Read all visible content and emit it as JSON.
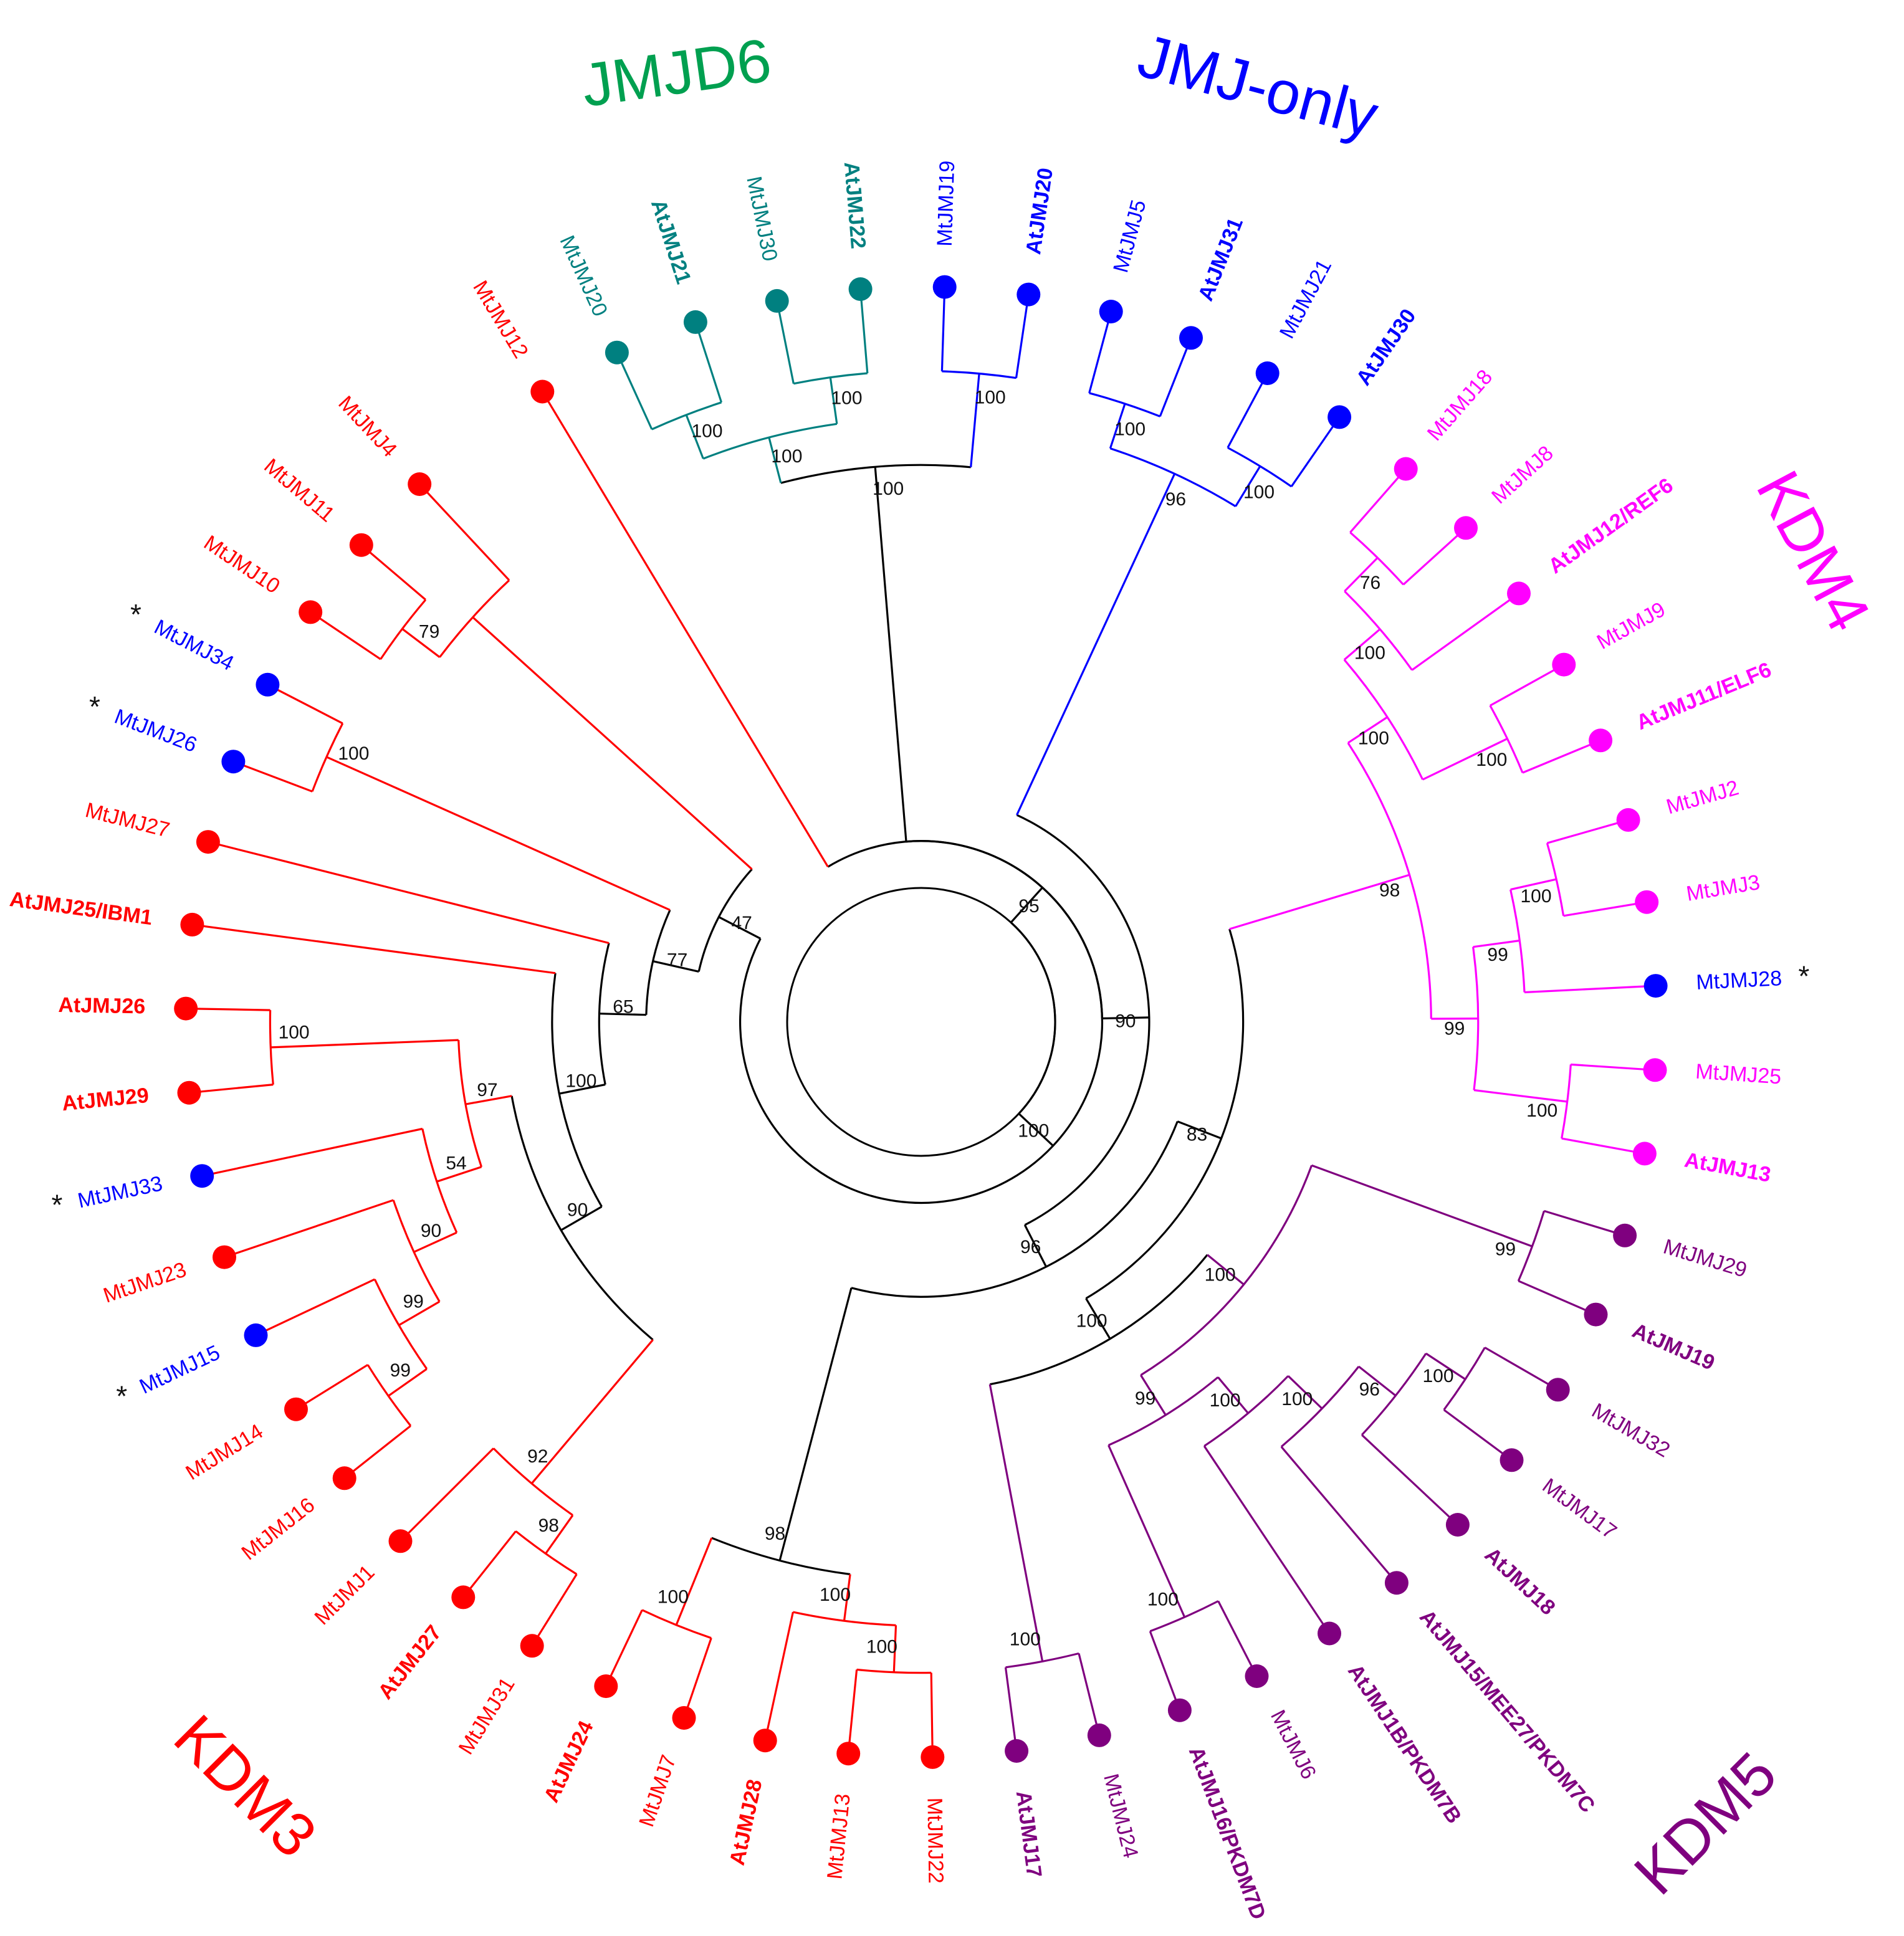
{
  "colors": {
    "KDM3": "#ff0000",
    "JMJD6": "#008080",
    "JMJ-only": "#0000ff",
    "KDM4": "#ff00ff",
    "KDM5": "#7f007f",
    "backbone": "#000000",
    "title_JMJD6": "#00a050"
  },
  "clade_titles": [
    {
      "text": "JMJD6",
      "color_key": "title_JMJD6"
    },
    {
      "text": "JMJ-only",
      "color_key": "JMJ-only"
    },
    {
      "text": "KDM4",
      "color_key": "KDM4"
    },
    {
      "text": "KDM5",
      "color_key": "KDM5"
    },
    {
      "text": "KDM3",
      "color_key": "KDM3"
    }
  ],
  "leaves": [
    {
      "id": "L0",
      "name": "MtJMJ12",
      "color": "KDM3",
      "bold": false
    },
    {
      "id": "L1",
      "name": "MtJMJ20",
      "color": "JMJD6",
      "bold": false
    },
    {
      "id": "L2",
      "name": "AtJMJ21",
      "color": "JMJD6",
      "bold": true
    },
    {
      "id": "L3",
      "name": "MtJMJ30",
      "color": "JMJD6",
      "bold": false
    },
    {
      "id": "L4",
      "name": "AtJMJ22",
      "color": "JMJD6",
      "bold": true
    },
    {
      "id": "L5",
      "name": "MtJMJ19",
      "color": "JMJ-only",
      "bold": false
    },
    {
      "id": "L6",
      "name": "AtJMJ20",
      "color": "JMJ-only",
      "bold": true
    },
    {
      "id": "L7",
      "name": "MtJMJ5",
      "color": "JMJ-only",
      "bold": false
    },
    {
      "id": "L8",
      "name": "AtJMJ31",
      "color": "JMJ-only",
      "bold": true
    },
    {
      "id": "L9",
      "name": "MtJMJ21",
      "color": "JMJ-only",
      "bold": false
    },
    {
      "id": "L10",
      "name": "AtJMJ30",
      "color": "JMJ-only",
      "bold": true
    },
    {
      "id": "L11",
      "name": "MtJMJ18",
      "color": "KDM4",
      "bold": false
    },
    {
      "id": "L12",
      "name": "MtJMJ8",
      "color": "KDM4",
      "bold": false
    },
    {
      "id": "L13",
      "name": "AtJMJ12/REF6",
      "color": "KDM4",
      "bold": true
    },
    {
      "id": "L14",
      "name": "MtJMJ9",
      "color": "KDM4",
      "bold": false
    },
    {
      "id": "L15",
      "name": "AtJMJ11/ELF6",
      "color": "KDM4",
      "bold": true
    },
    {
      "id": "L16",
      "name": "MtJMJ2",
      "color": "KDM4",
      "bold": false
    },
    {
      "id": "L17",
      "name": "MtJMJ3",
      "color": "KDM4",
      "bold": false
    },
    {
      "id": "L18",
      "name": "MtJMJ28",
      "color": "JMJ-only",
      "bold": false,
      "star": "*"
    },
    {
      "id": "L19",
      "name": "MtJMJ25",
      "color": "KDM4",
      "bold": false
    },
    {
      "id": "L20",
      "name": "AtJMJ13",
      "color": "KDM4",
      "bold": true
    },
    {
      "id": "L21",
      "name": "MtJMJ29",
      "color": "KDM5",
      "bold": false
    },
    {
      "id": "L22",
      "name": "AtJMJ19",
      "color": "KDM5",
      "bold": true
    },
    {
      "id": "L23",
      "name": "MtJMJ32",
      "color": "KDM5",
      "bold": false
    },
    {
      "id": "L24",
      "name": "MtJMJ17",
      "color": "KDM5",
      "bold": false
    },
    {
      "id": "L25",
      "name": "AtJMJ18",
      "color": "KDM5",
      "bold": true
    },
    {
      "id": "L26",
      "name": "AtJMJ15/MEE27/PKDM7C",
      "color": "KDM5",
      "bold": true
    },
    {
      "id": "L27",
      "name": "AtJMJ1B/PKDM7B",
      "color": "KDM5",
      "bold": true
    },
    {
      "id": "L28",
      "name": "MtJMJ6",
      "color": "KDM5",
      "bold": false
    },
    {
      "id": "L29",
      "name": "AtJMJ16/PKDM7D",
      "color": "KDM5",
      "bold": true
    },
    {
      "id": "L30",
      "name": "MtJMJ24",
      "color": "KDM5",
      "bold": false
    },
    {
      "id": "L31",
      "name": "AtJMJ17",
      "color": "KDM5",
      "bold": true
    },
    {
      "id": "L32",
      "name": "MtJMJ22",
      "color": "KDM3",
      "bold": false
    },
    {
      "id": "L33",
      "name": "MtJMJ13",
      "color": "KDM3",
      "bold": false
    },
    {
      "id": "L34",
      "name": "AtJMJ28",
      "color": "KDM3",
      "bold": true
    },
    {
      "id": "L35",
      "name": "MtJMJ7",
      "color": "KDM3",
      "bold": false
    },
    {
      "id": "L36",
      "name": "AtJMJ24",
      "color": "KDM3",
      "bold": true
    },
    {
      "id": "L37",
      "name": "MtJMJ31",
      "color": "KDM3",
      "bold": false
    },
    {
      "id": "L38",
      "name": "AtJMJ27",
      "color": "KDM3",
      "bold": true
    },
    {
      "id": "L39",
      "name": "MtJMJ1",
      "color": "KDM3",
      "bold": false
    },
    {
      "id": "L40",
      "name": "MtJMJ16",
      "color": "KDM3",
      "bold": false
    },
    {
      "id": "L41",
      "name": "MtJMJ14",
      "color": "KDM3",
      "bold": false
    },
    {
      "id": "L42",
      "name": "MtJMJ15",
      "color": "JMJ-only",
      "bold": false,
      "star": "*"
    },
    {
      "id": "L43",
      "name": "MtJMJ23",
      "color": "KDM3",
      "bold": false
    },
    {
      "id": "L44",
      "name": "MtJMJ33",
      "color": "JMJ-only",
      "bold": false,
      "star": "*"
    },
    {
      "id": "L45",
      "name": "AtJMJ29",
      "color": "KDM3",
      "bold": true
    },
    {
      "id": "L46",
      "name": "AtJMJ26",
      "color": "KDM3",
      "bold": true
    },
    {
      "id": "L47",
      "name": "AtJMJ25/IBM1",
      "color": "KDM3",
      "bold": true
    },
    {
      "id": "L48",
      "name": "MtJMJ27",
      "color": "KDM3",
      "bold": false
    },
    {
      "id": "L49",
      "name": "MtJMJ26",
      "color": "JMJ-only",
      "bold": false,
      "star": "*"
    },
    {
      "id": "L50",
      "name": "MtJMJ34",
      "color": "JMJ-only",
      "bold": false,
      "star": "*"
    },
    {
      "id": "L51",
      "name": "MtJMJ10",
      "color": "KDM3",
      "bold": false
    },
    {
      "id": "L52",
      "name": "MtJMJ11",
      "color": "KDM3",
      "bold": false
    },
    {
      "id": "L53",
      "name": "MtJMJ4",
      "color": "KDM3",
      "bold": false
    }
  ],
  "nodes": [
    {
      "id": "N_d1",
      "children": [
        "L1",
        "L2"
      ],
      "support": "100",
      "color": "JMJD6"
    },
    {
      "id": "N_d2",
      "children": [
        "L3",
        "L4"
      ],
      "support": "100",
      "color": "JMJD6"
    },
    {
      "id": "N_d3",
      "children": [
        "N_d1",
        "N_d2"
      ],
      "support": "100",
      "color": "JMJD6"
    },
    {
      "id": "N_j1",
      "children": [
        "L5",
        "L6"
      ],
      "support": "100",
      "color": "JMJ-only"
    },
    {
      "id": "N_dj",
      "children": [
        "N_d3",
        "N_j1"
      ],
      "support": "100",
      "color": "backbone"
    },
    {
      "id": "N_j2",
      "children": [
        "L7",
        "L8"
      ],
      "support": "100",
      "color": "JMJ-only"
    },
    {
      "id": "N_j3",
      "children": [
        "L9",
        "L10"
      ],
      "support": "100",
      "color": "JMJ-only"
    },
    {
      "id": "N_j4",
      "children": [
        "N_j2",
        "N_j3"
      ],
      "support": "96",
      "color": "JMJ-only"
    },
    {
      "id": "N_k1",
      "children": [
        "L11",
        "L12"
      ],
      "support": "76",
      "color": "KDM4"
    },
    {
      "id": "N_k2",
      "children": [
        "N_k1",
        "L13"
      ],
      "support": "100",
      "color": "KDM4"
    },
    {
      "id": "N_k3",
      "children": [
        "L14",
        "L15"
      ],
      "support": "100",
      "color": "KDM4"
    },
    {
      "id": "N_k4",
      "children": [
        "N_k2",
        "N_k3"
      ],
      "support": "100",
      "color": "KDM4"
    },
    {
      "id": "N_k5",
      "children": [
        "L16",
        "L17"
      ],
      "support": "100",
      "color": "KDM4"
    },
    {
      "id": "N_k6",
      "children": [
        "N_k5",
        "L18"
      ],
      "support": "99",
      "color": "KDM4"
    },
    {
      "id": "N_k7",
      "children": [
        "L19",
        "L20"
      ],
      "support": "100",
      "color": "KDM4"
    },
    {
      "id": "N_k8",
      "children": [
        "N_k6",
        "N_k7"
      ],
      "support": "99",
      "color": "KDM4"
    },
    {
      "id": "N_k9",
      "children": [
        "N_k4",
        "N_k8"
      ],
      "support": "98",
      "color": "KDM4"
    },
    {
      "id": "N_m1",
      "children": [
        "L21",
        "L22"
      ],
      "support": "99",
      "color": "KDM5"
    },
    {
      "id": "N_m2",
      "children": [
        "L23",
        "L24"
      ],
      "support": "100",
      "color": "KDM5"
    },
    {
      "id": "N_m3",
      "children": [
        "N_m2",
        "L25"
      ],
      "support": "96",
      "color": "KDM5"
    },
    {
      "id": "N_m4",
      "children": [
        "N_m3",
        "L26"
      ],
      "support": "100",
      "color": "KDM5"
    },
    {
      "id": "N_m5",
      "children": [
        "N_m4",
        "L27"
      ],
      "support": "100",
      "color": "KDM5"
    },
    {
      "id": "N_m6",
      "children": [
        "L28",
        "L29"
      ],
      "support": "100",
      "color": "KDM5"
    },
    {
      "id": "N_m7",
      "children": [
        "N_m5",
        "N_m6"
      ],
      "support": "99",
      "color": "KDM5"
    },
    {
      "id": "N_m8",
      "children": [
        "N_m1",
        "N_m7"
      ],
      "support": "100",
      "color": "KDM5"
    },
    {
      "id": "N_m9",
      "children": [
        "L30",
        "L31"
      ],
      "support": "100",
      "color": "KDM5"
    },
    {
      "id": "N_b1",
      "children": [
        "N_m8",
        "N_m9"
      ],
      "support": "100",
      "color": "backbone"
    },
    {
      "id": "N_b2",
      "children": [
        "N_k9",
        "N_b1"
      ],
      "support": "83",
      "color": "backbone"
    },
    {
      "id": "N_r1",
      "children": [
        "L32",
        "L33"
      ],
      "support": "100",
      "color": "KDM3"
    },
    {
      "id": "N_r2",
      "children": [
        "N_r1",
        "L34"
      ],
      "support": "100",
      "color": "KDM3"
    },
    {
      "id": "N_r3",
      "children": [
        "L35",
        "L36"
      ],
      "support": "100",
      "color": "KDM3"
    },
    {
      "id": "N_b3",
      "children": [
        "N_r2",
        "N_r3"
      ],
      "support": "98",
      "color": "backbone"
    },
    {
      "id": "N_b4",
      "children": [
        "N_b2",
        "N_b3"
      ],
      "support": "96",
      "color": "backbone"
    },
    {
      "id": "N_b5",
      "children": [
        "N_b4",
        "N_j4"
      ],
      "support": "90",
      "color": "backbone"
    },
    {
      "id": "N_b6",
      "children": [
        "N_b5",
        "N_dj"
      ],
      "support": "95",
      "color": "backbone"
    },
    {
      "id": "N_r4",
      "children": [
        "L37",
        "L38"
      ],
      "support": "98",
      "color": "KDM3"
    },
    {
      "id": "N_r5",
      "children": [
        "N_r4",
        "L39"
      ],
      "support": "92",
      "color": "KDM3"
    },
    {
      "id": "N_r6",
      "children": [
        "L40",
        "L41"
      ],
      "support": "99",
      "color": "KDM3"
    },
    {
      "id": "N_r7",
      "children": [
        "N_r6",
        "L42"
      ],
      "support": "99",
      "color": "KDM3"
    },
    {
      "id": "N_r8",
      "children": [
        "N_r7",
        "L43"
      ],
      "support": "90",
      "color": "KDM3"
    },
    {
      "id": "N_r9",
      "children": [
        "N_r8",
        "L44"
      ],
      "support": "54",
      "color": "KDM3"
    },
    {
      "id": "N_r10",
      "children": [
        "L45",
        "L46"
      ],
      "support": "100",
      "color": "KDM3"
    },
    {
      "id": "N_r11",
      "children": [
        "N_r9",
        "N_r10"
      ],
      "support": "97",
      "color": "KDM3"
    },
    {
      "id": "N_c1",
      "children": [
        "N_r5",
        "N_r11"
      ],
      "support": "90",
      "color": "backbone"
    },
    {
      "id": "N_c2",
      "children": [
        "N_c1",
        "L47"
      ],
      "support": "100",
      "color": "backbone"
    },
    {
      "id": "N_c3",
      "children": [
        "N_c2",
        "L48"
      ],
      "support": "65",
      "color": "backbone"
    },
    {
      "id": "N_r12",
      "children": [
        "L49",
        "L50"
      ],
      "support": "100",
      "color": "KDM3"
    },
    {
      "id": "N_c4",
      "children": [
        "N_c3",
        "N_r12"
      ],
      "support": "77",
      "color": "backbone"
    },
    {
      "id": "N_r13",
      "children": [
        "L51",
        "L52"
      ],
      "support": "79",
      "color": "KDM3"
    },
    {
      "id": "N_r14",
      "children": [
        "N_r13",
        "L53"
      ],
      "support": "",
      "color": "KDM3"
    },
    {
      "id": "N_c5",
      "children": [
        "N_c4",
        "N_r14"
      ],
      "support": "47",
      "color": "backbone"
    },
    {
      "id": "N_c6",
      "children": [
        "N_c5",
        "L0"
      ],
      "support": "100",
      "color": "backbone"
    },
    {
      "id": "ROOT",
      "children": [
        "N_c6",
        "N_b6"
      ],
      "support": "",
      "color": "backbone"
    }
  ]
}
